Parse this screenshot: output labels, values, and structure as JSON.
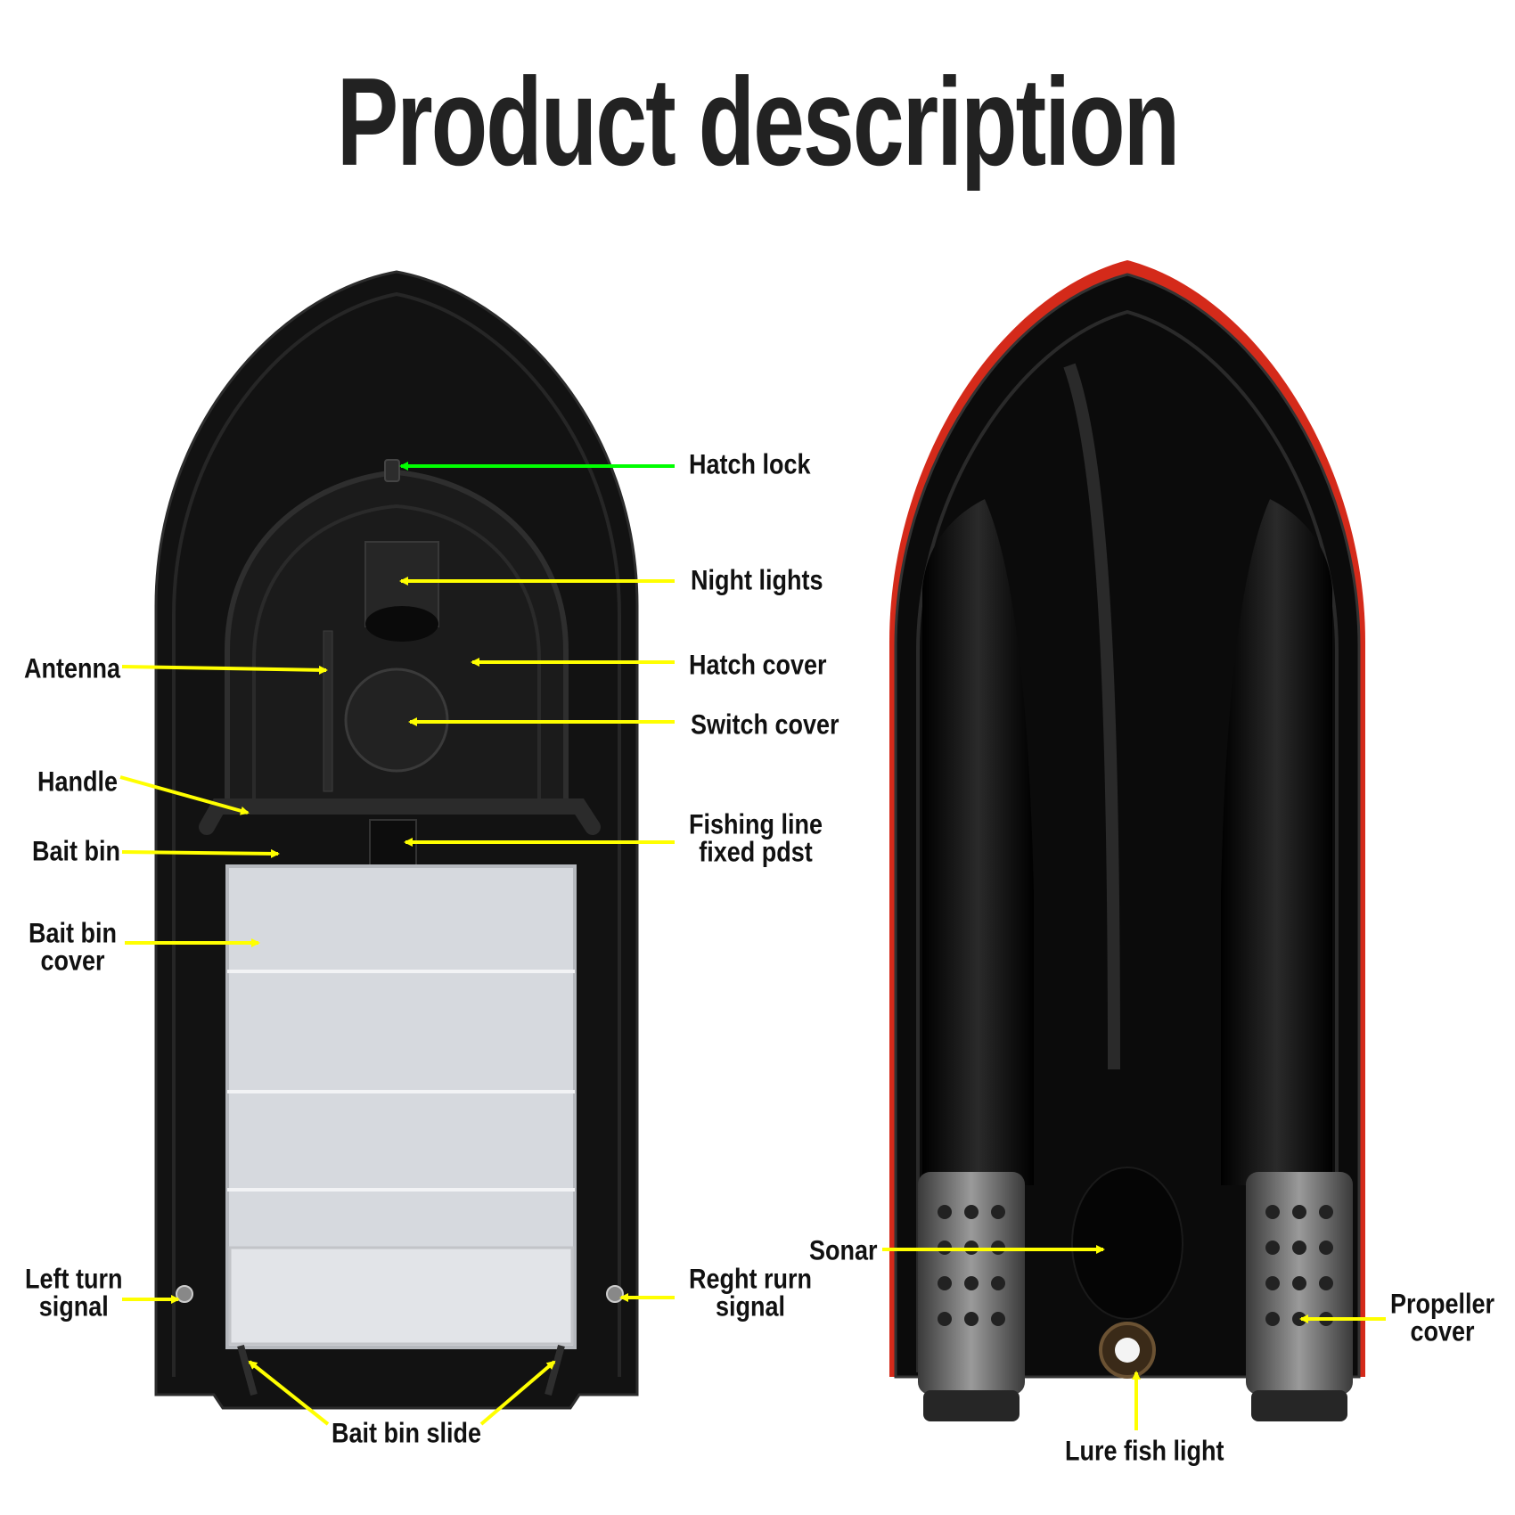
{
  "title": "Product description",
  "colors": {
    "arrow_yellow": "#ffff00",
    "arrow_green": "#00ff00",
    "hull": "#111111",
    "hull_edge": "#d42a1a",
    "bin": "#d8dbe0"
  },
  "labels": {
    "hatch_lock": "Hatch lock",
    "night_lights": "Night lights",
    "hatch_cover": "Hatch cover",
    "switch_cover": "Switch cover",
    "antenna": "Antenna",
    "handle": "Handle",
    "bait_bin": "Bait bin",
    "fishing_line_post": "Fishing line\nfixed pdst",
    "bait_bin_cover": "Bait bin\ncover",
    "left_turn_signal": "Left turn\nsignal",
    "right_turn_signal": "Reght rurn\nsignal",
    "bait_bin_slide": "Bait bin slide",
    "sonar": "Sonar",
    "propeller_cover": "Propeller\ncover",
    "lure_fish_light": "Lure fish light"
  }
}
